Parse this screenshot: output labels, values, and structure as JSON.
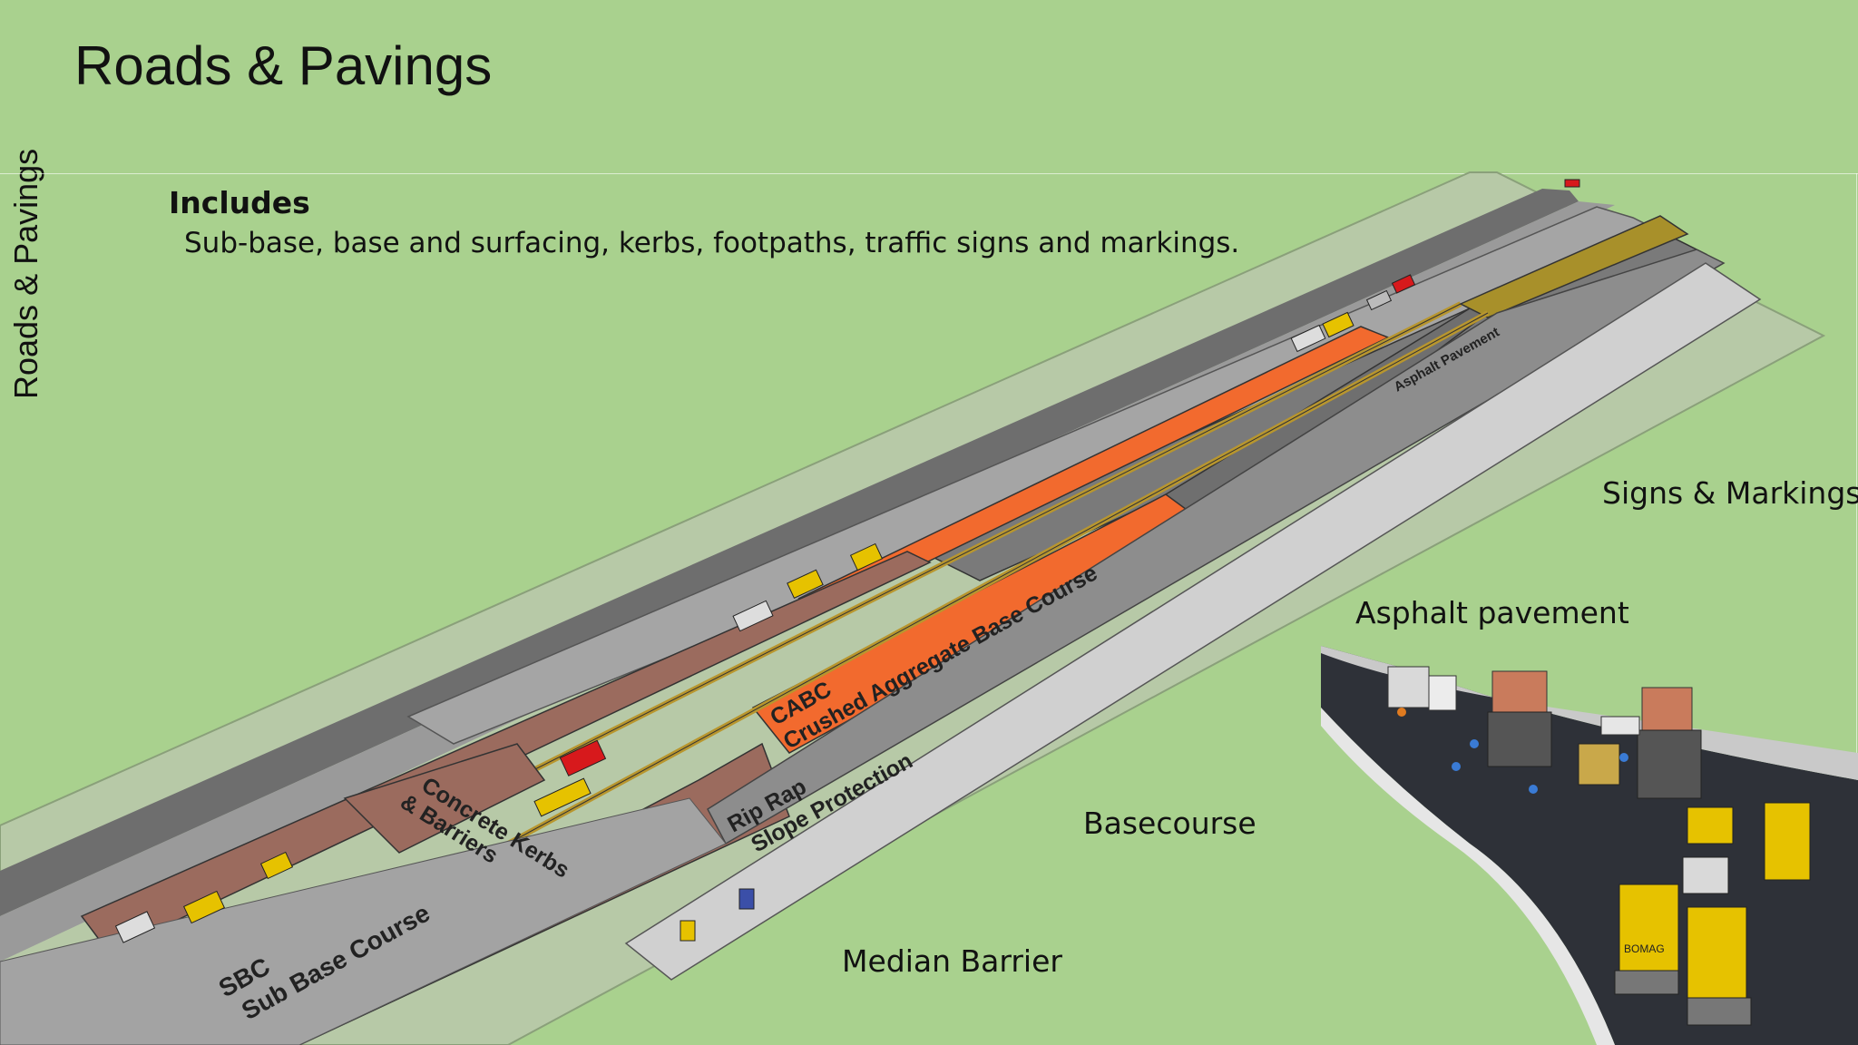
{
  "slide": {
    "title": "Roads & Pavings",
    "side_label": "Roads & Pavings",
    "includes_heading": "Includes",
    "includes_text": "Sub-base, base and surfacing, kerbs, footpaths, traffic signs and markings."
  },
  "callouts": {
    "signs_markings": "Signs & Markings",
    "asphalt_pavement": "Asphalt pavement",
    "basecourse": "Basecourse",
    "median_barrier": "Median Barrier"
  },
  "diagram_labels": {
    "cabc_abbr": "CABC",
    "cabc_full": "Crushed Aggregate Base Course",
    "asphalt_strip": "Asphalt Pavement",
    "kerbs_line1": "Concrete Kerbs",
    "kerbs_line2": "& Barriers",
    "riprap_line1": "Rip Rap",
    "riprap_line2": "Slope Protection",
    "sbc_abbr": "SBC",
    "sbc_full": "Sub Base Course",
    "roller_brand": "BOMAG"
  },
  "colors": {
    "background": "#a9d18e",
    "cabc_orange": "#f26a2e",
    "sbc_brown": "#9b6b5e",
    "asphalt_gray": "#7a7a7a",
    "shoulder_gray": "#c8c8c8",
    "marking_yellow": "#b8962e"
  }
}
